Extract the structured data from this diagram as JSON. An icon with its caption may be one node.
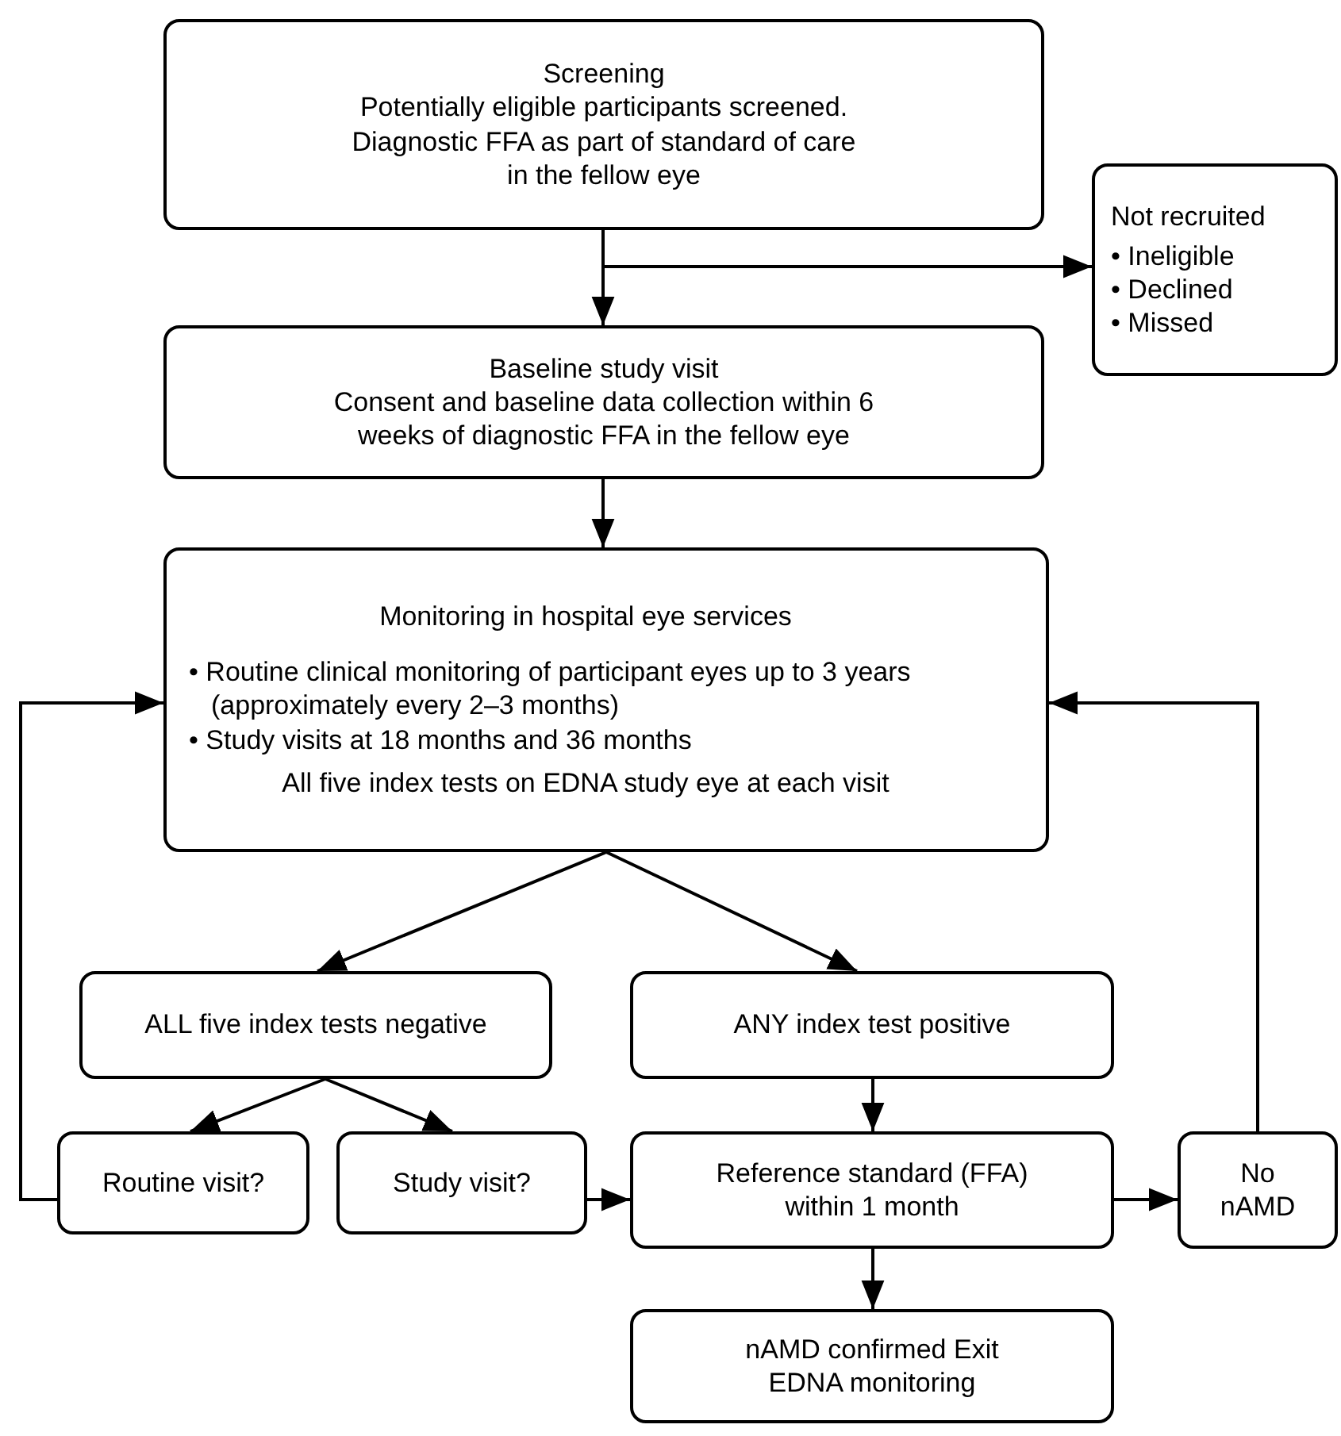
{
  "diagram": {
    "nodes": [
      {
        "text": [
          "Screening",
          "Potentially eligible participants screened. Diagnostic FFA as part of standard of care in the fellow eye"
        ]
      },
      {
        "text": [
          "Not recruited",
          "• Ineligible",
          "• Declined",
          "• Missed"
        ]
      },
      {
        "text": [
          "Baseline study visit",
          "Consent and baseline data collection within 6 weeks of diagnostic FFA in the fellow eye"
        ]
      },
      {
        "text": [
          "Monitoring in hospital eye services",
          "• Routine clinical monitoring of participant eyes up to 3 years (approximately every 2–3 months)",
          "• Study visits at 18 months and 36 months",
          "All five index tests on EDNA study eye at each visit"
        ]
      },
      {
        "text": [
          "ALL five index tests negative"
        ]
      },
      {
        "text": [
          "ANY index test positive"
        ]
      },
      {
        "text": [
          "Routine visit?"
        ]
      },
      {
        "text": [
          "Study visit?"
        ]
      },
      {
        "text": [
          "Reference standard (FFA) within 1 month"
        ]
      },
      {
        "text": [
          "No nAMD"
        ]
      },
      {
        "text": [
          "nAMD confirmed Exit EDNA monitoring"
        ]
      }
    ],
    "edges": [
      {
        "from": 0,
        "to": 2,
        "arrow": "to"
      },
      {
        "from": 0,
        "to": 1,
        "arrow": "to"
      },
      {
        "from": 2,
        "to": 3,
        "arrow": "to"
      },
      {
        "from": 3,
        "to": 4,
        "arrow": "to"
      },
      {
        "from": 3,
        "to": 5,
        "arrow": "to"
      },
      {
        "from": 4,
        "to": 6,
        "arrow": "to"
      },
      {
        "from": 4,
        "to": 7,
        "arrow": "to"
      },
      {
        "from": 5,
        "to": 8,
        "arrow": "to"
      },
      {
        "from": 7,
        "to": 8,
        "arrow": "to"
      },
      {
        "from": 8,
        "to": 9,
        "arrow": "to"
      },
      {
        "from": 8,
        "to": 10,
        "arrow": "to"
      },
      {
        "from": 6,
        "to": 3,
        "arrow": "to"
      },
      {
        "from": 9,
        "to": 3,
        "arrow": "to"
      }
    ]
  }
}
